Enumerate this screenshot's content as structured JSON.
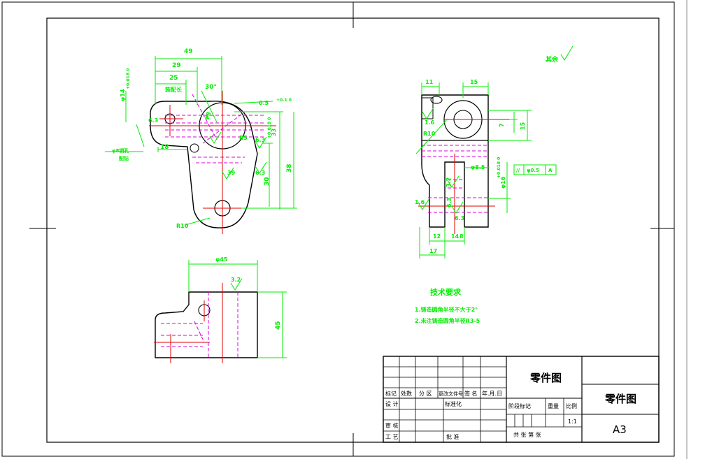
{
  "top_view": {
    "dims": [
      "49",
      "29",
      "25",
      "装配长",
      "30°",
      "φ14",
      "φ8",
      "0.5",
      "R5",
      "33",
      "6.3",
      "6.3",
      "18",
      "φ8销孔",
      "配钻",
      "38",
      "30",
      "39",
      "6.3",
      "R10"
    ],
    "tol1": "+0.018 0",
    "tol2": "+0.1 0",
    "tol3": "+0.018 0"
  },
  "front_view": {
    "dims": [
      "φ45",
      "3.2",
      "45"
    ]
  },
  "side_view": {
    "dims": [
      "11",
      "15",
      "1.6",
      "R10",
      "7",
      "15",
      "φ8.5",
      "3.2",
      "φ16",
      "φ0.5",
      "A",
      "1.6",
      "6.3",
      "6.3",
      "12",
      "14",
      "8",
      "17"
    ],
    "tol": "+0.018 0"
  },
  "roughness_note": "其余",
  "tech_requirements": {
    "title": "技术要求",
    "items": [
      "1.铸造圆角半径不大于2°",
      "2.未注铸造圆角半径R3-5"
    ]
  },
  "title_block": {
    "part_name": "零件图",
    "drawing_name": "零件图",
    "format": "A3",
    "scale": "1:1",
    "labels": {
      "mark": "标记",
      "count": "处数",
      "zone": "分 区",
      "change_doc": "更改文件号",
      "sign": "签 名",
      "date": "年.月.日",
      "design": "设 计",
      "standardize": "标准化",
      "stage_mark": "阶段标记",
      "weight": "重量",
      "scale_label": "比例",
      "review": "审 核",
      "process": "工 艺",
      "approve": "批 准",
      "sheets": "共   张 第   张"
    }
  }
}
